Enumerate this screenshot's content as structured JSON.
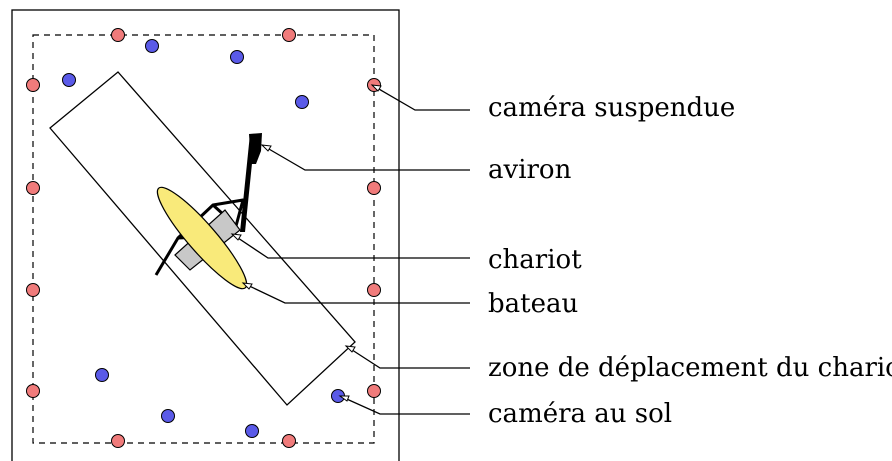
{
  "labels": {
    "hanging_camera": "caméra suspendue",
    "oar": "aviron",
    "carriage": "chariot",
    "boat": "bateau",
    "carriage_zone": "zone de déplacement du chariot",
    "ground_camera": "caméra au sol"
  },
  "colors": {
    "hanging_camera_fill": "#f07b7b",
    "ground_camera_fill": "#5a5ae8",
    "boat_fill": "#f9ea7a",
    "carriage_fill": "#c8c8c8",
    "stroke": "#000000"
  }
}
